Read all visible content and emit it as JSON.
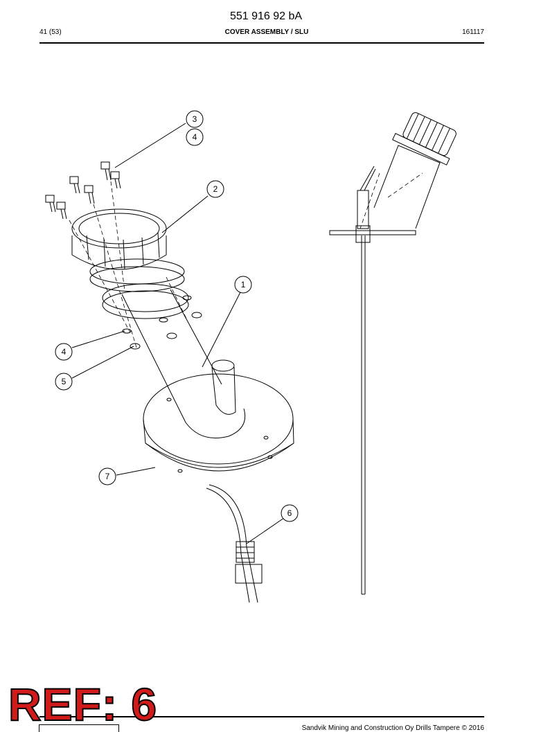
{
  "header": {
    "doc_number": "551 916 92 bA",
    "page": "41 (53)",
    "title": "COVER ASSEMBLY / SLU",
    "date_code": "161117"
  },
  "callouts": [
    "3",
    "4",
    "2",
    "1",
    "4",
    "5",
    "7",
    "6"
  ],
  "stamp": {
    "text": "REF: 6",
    "color": "#d11a1a"
  },
  "footer": {
    "copyright": "Sandvik Mining and Construction Oy Drills Tampere © 2016"
  }
}
